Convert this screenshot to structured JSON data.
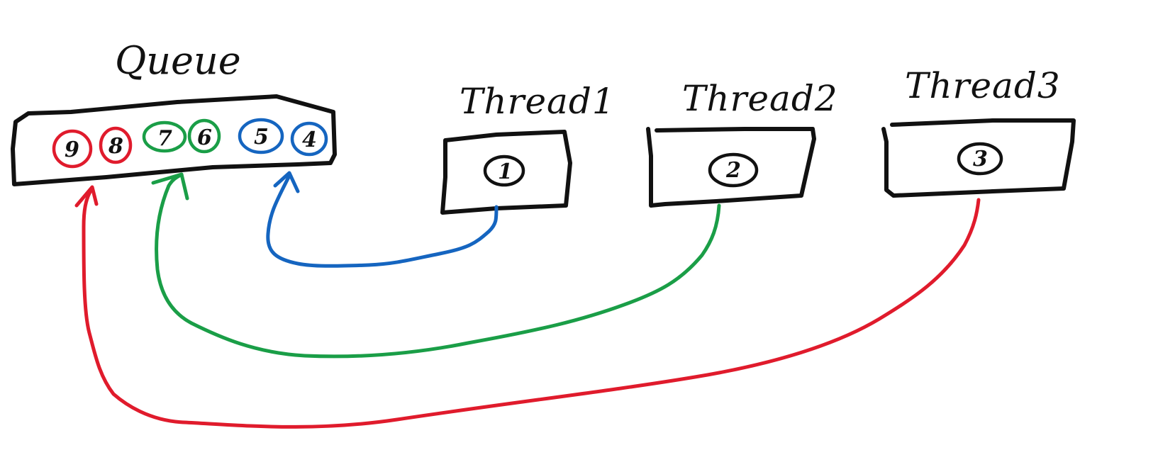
{
  "colors": {
    "ink": "#111111",
    "red": "#e01b2c",
    "green": "#1a9e47",
    "blue": "#1565c0"
  },
  "queue": {
    "title": "Queue",
    "items": [
      {
        "label": "9",
        "color": "#e01b2c"
      },
      {
        "label": "8",
        "color": "#e01b2c"
      },
      {
        "label": "7",
        "color": "#1a9e47"
      },
      {
        "label": "6",
        "color": "#1a9e47"
      },
      {
        "label": "5",
        "color": "#1565c0"
      },
      {
        "label": "4",
        "color": "#1565c0"
      }
    ]
  },
  "threads": [
    {
      "title": "Thread1",
      "task": "1",
      "arrow_color": "#1565c0"
    },
    {
      "title": "Thread2",
      "task": "2",
      "arrow_color": "#1a9e47"
    },
    {
      "title": "Thread3",
      "task": "3",
      "arrow_color": "#e01b2c"
    }
  ]
}
